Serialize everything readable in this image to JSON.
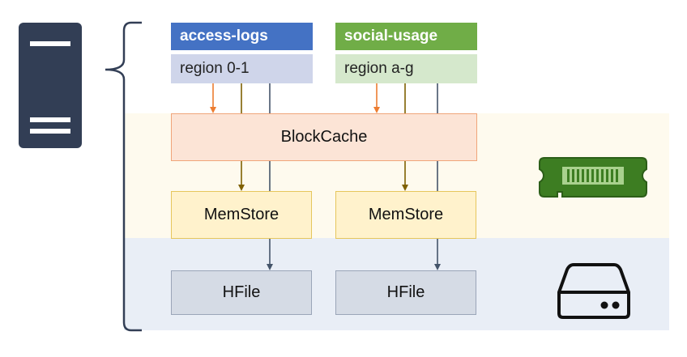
{
  "tables": [
    {
      "name": "access-logs",
      "region": "region 0-1",
      "header_color": "#4472c4",
      "region_color": "#cfd5ea"
    },
    {
      "name": "social-usage",
      "region": "region a-g",
      "header_color": "#70ad47",
      "region_color": "#d5e8cc"
    }
  ],
  "blockcache": {
    "label": "BlockCache"
  },
  "memstores": [
    {
      "label": "MemStore"
    },
    {
      "label": "MemStore"
    }
  ],
  "hfiles": [
    {
      "label": "HFile"
    },
    {
      "label": "HFile"
    }
  ],
  "icons": {
    "server": "server-icon",
    "memory": "memory-module-icon",
    "disk": "hard-drive-icon"
  },
  "colors": {
    "arrow_blockcache": "#ed7d31",
    "arrow_memstore": "#7f6000",
    "arrow_hfile": "#44546a",
    "server": "#323e55",
    "memory_body": "#3d7d22",
    "memory_chips": "#a9d18e"
  }
}
